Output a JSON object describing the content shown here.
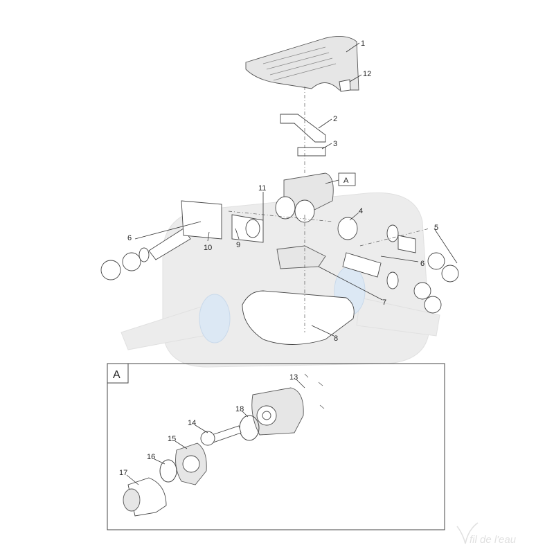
{
  "diagram": {
    "callouts": [
      "1",
      "12",
      "2",
      "3",
      "11",
      "4",
      "5",
      "6",
      "10",
      "9",
      "6",
      "7",
      "8",
      "13",
      "18",
      "14",
      "15",
      "16",
      "17"
    ],
    "assembly_ref_label": "A",
    "detail_box_label": "A"
  },
  "watermark": {
    "text": "fil de l'eau"
  }
}
